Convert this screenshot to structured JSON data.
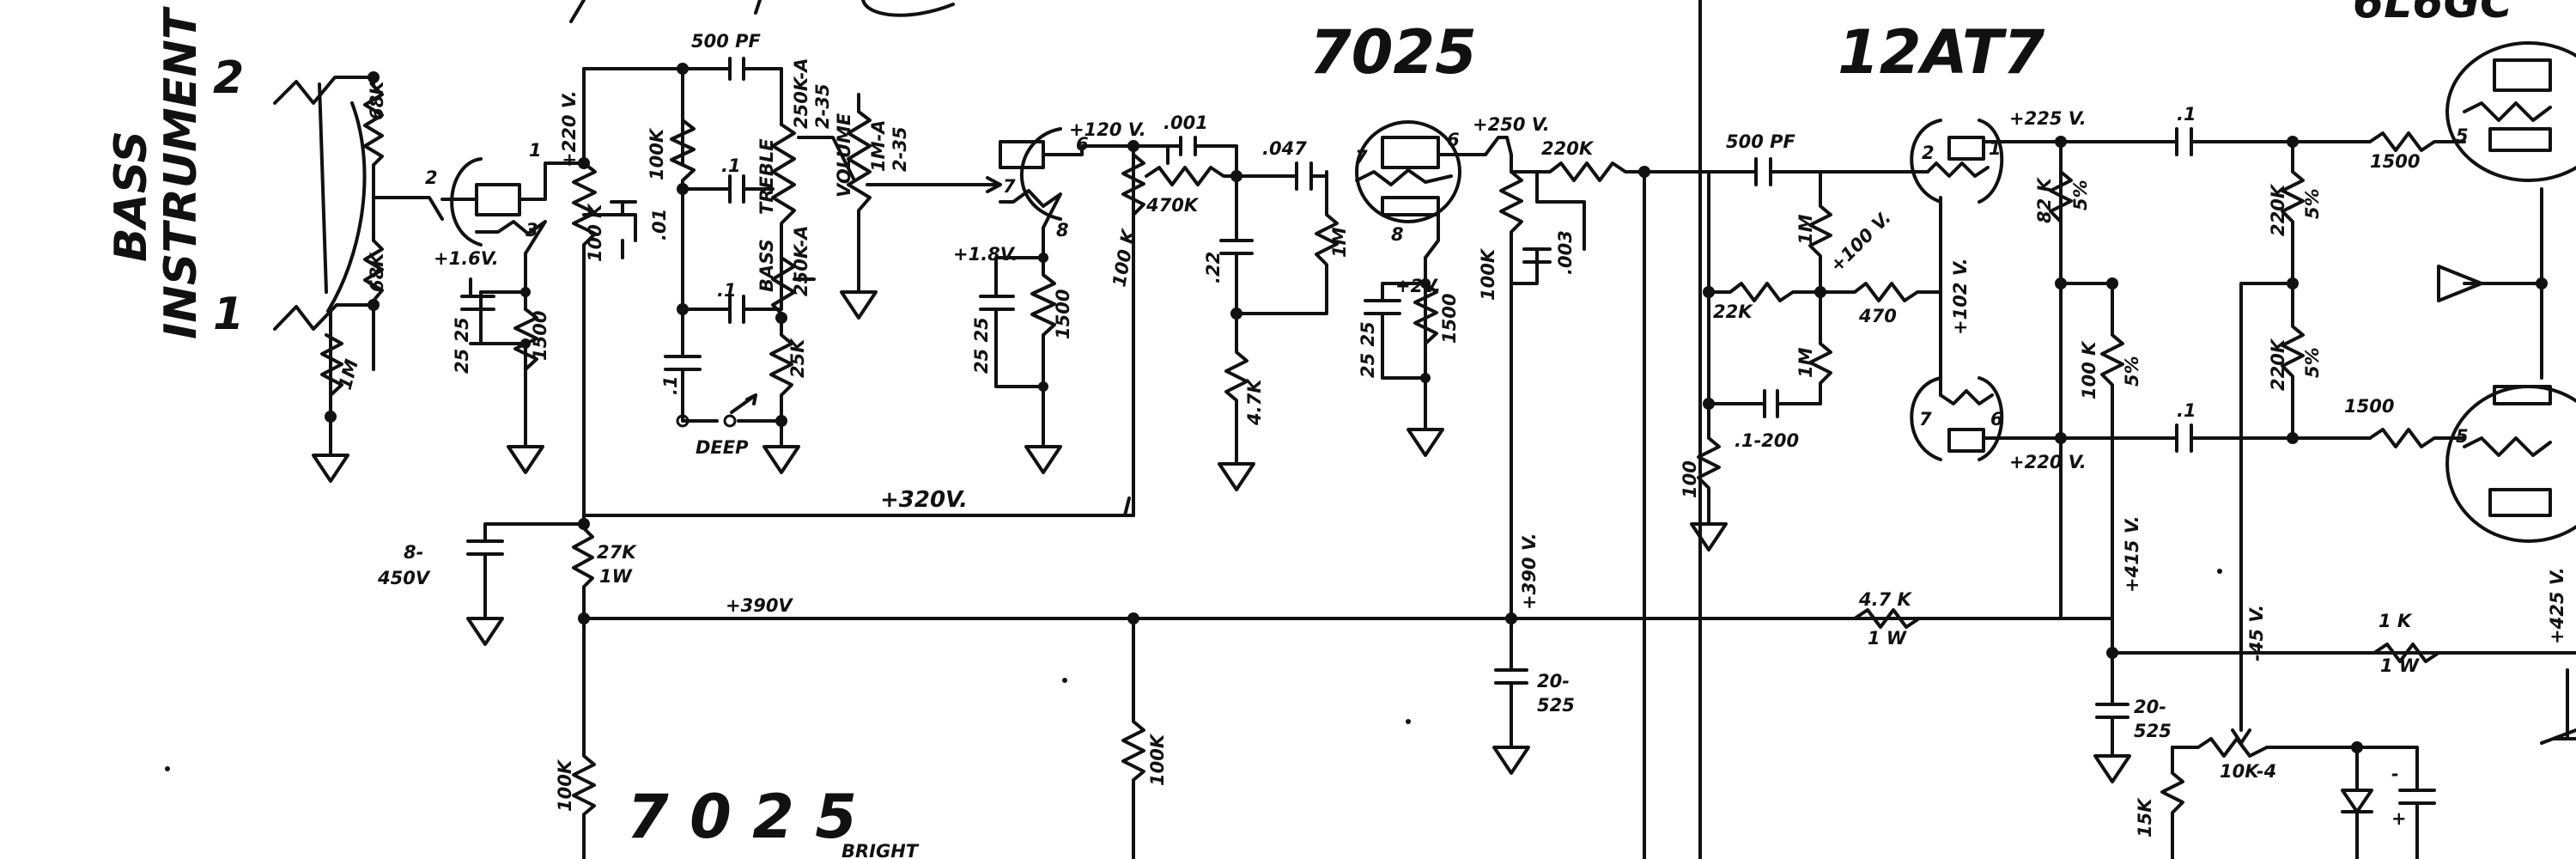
{
  "headings": {
    "left_top": "7025",
    "mid_top": "12AT7",
    "right_top": "6L6GC",
    "bottom": "7 0 2 5"
  },
  "input": {
    "title_1": "BASS",
    "title_2": "INSTRUMENT",
    "jack_1": "1",
    "jack_2": "2"
  },
  "labels": {
    "r68k_a": "68K",
    "r68k_b": "68K",
    "r1m_in": "1M",
    "pin2": "2",
    "pin1": "1",
    "pin3": "3",
    "v1_plate": "+220 V.",
    "v1_cath": "+1.6V.",
    "c25_a": "25 25",
    "r1500_a": "1500",
    "r100k_load": "100 K",
    "c01": ".01",
    "c500pf_a": "500 PF",
    "r100k_tone": "100K",
    "treble": "TREBLE",
    "treble_pot": "250K-A",
    "treble_part": "2-35",
    "bass": "BASS",
    "bass_pot": "250K-A",
    "volume": "VOLUME",
    "vol_pot": "1M-A",
    "vol_part": "2-35",
    "r25k": "25K",
    "c1_a": ".1",
    "c1_b": ".1",
    "c1_c": ".1",
    "deep": "DEEP",
    "b320": "+320V.",
    "cap8": "8-",
    "cap8v": "450V",
    "r27k": "27K",
    "r27k_w": "1W",
    "b390": "+390V",
    "v2_plate": "+120 V.",
    "v2_cath": "+1.8V.",
    "c001": ".001",
    "r470k": "470K",
    "c047": ".047",
    "r100k_v2": "100 K",
    "c22": ".22",
    "r1m_v3": "1M",
    "r47k": "4.7K",
    "c25_b": "25 25",
    "r1500_b": "1500",
    "v3_plate": "+250 V.",
    "v3_cath": "+2V.",
    "r220k": "220K",
    "r100k_v3": "100K",
    "c003": ".003",
    "v390": "+390 V.",
    "c20_a": "20-",
    "c20_a_v": "525",
    "c500pf_b": "500 PF",
    "r22k": "22K",
    "r1m_a": "1M",
    "r1m_b": "1M",
    "v100": "+100 V.",
    "r470": "470",
    "v102": "+102 V.",
    "c1_200": ".1-200",
    "r100": "100",
    "pi_plate_a": "+225 V.",
    "pi_plate_b": "+220 V.",
    "r82k": "82 K",
    "pct5_a": "5%",
    "r100k_pi": "100 K",
    "pct5_b": "5%",
    "v415": "+415 V.",
    "r47k_1w": "4.7 K",
    "w1w_a": "1 W",
    "c20_b": "20-",
    "c20_b_v": "525",
    "c1_d": ".1",
    "c1_e": ".1",
    "r220k_a": "220K",
    "pct5_c": "5%",
    "r220k_b": "220K",
    "pct5_d": "5%",
    "r1500_c": "1500",
    "r1500_d": "1500",
    "v45": "-45 V.",
    "r1k": "1 K",
    "w1w_b": "1 W",
    "r10k4": "10K-4",
    "r15k": "15K",
    "v425": "+425 V.",
    "r100k_b1": "100K",
    "r100k_b2": "100K",
    "bright": "BRIGHT"
  }
}
